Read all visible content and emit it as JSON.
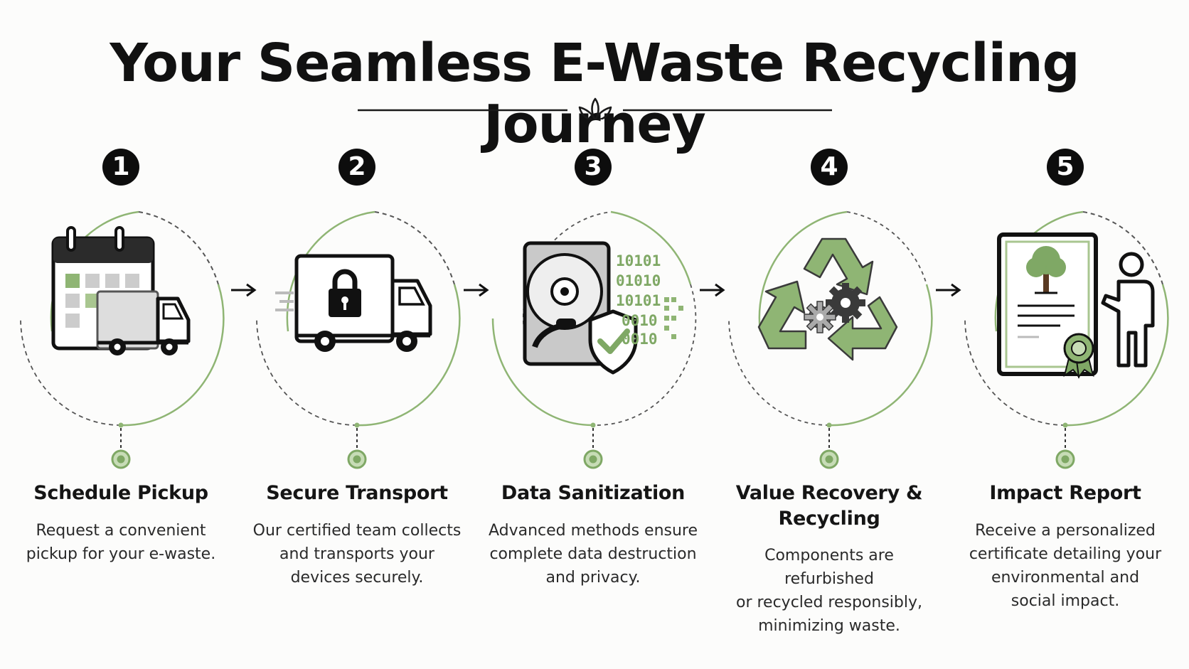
{
  "title": "Your Seamless E-Waste Recycling Journey",
  "colors": {
    "accent_green": "#7fa865",
    "light_green": "#a9c690",
    "dark": "#111111",
    "text": "#2a2a2a"
  },
  "steps": [
    {
      "number": "1",
      "title": "Schedule Pickup",
      "description_lines": [
        "Request a convenient",
        "pickup for your e-waste."
      ],
      "icon": "calendar-truck-icon"
    },
    {
      "number": "2",
      "title": "Secure Transport",
      "description_lines": [
        "Our certified team collects",
        "and transports your",
        "devices securely."
      ],
      "icon": "locked-truck-icon"
    },
    {
      "number": "3",
      "title": "Data Sanitization",
      "description_lines": [
        "Advanced methods ensure",
        "complete data destruction",
        "and privacy."
      ],
      "icon": "hard-drive-shield-icon",
      "binary_lines": [
        "10101",
        "01010",
        "10101",
        "0010",
        "0010"
      ]
    },
    {
      "number": "4",
      "title_lines": [
        "Value Recovery &",
        "Recycling"
      ],
      "description_lines": [
        "Components are refurbished",
        "or recycled responsibly,",
        "minimizing waste."
      ],
      "icon": "recycle-gears-icon"
    },
    {
      "number": "5",
      "title": "Impact Report",
      "description_lines": [
        "Receive a personalized",
        "certificate detailing your",
        "environmental and",
        "social impact."
      ],
      "icon": "certificate-person-icon"
    }
  ]
}
